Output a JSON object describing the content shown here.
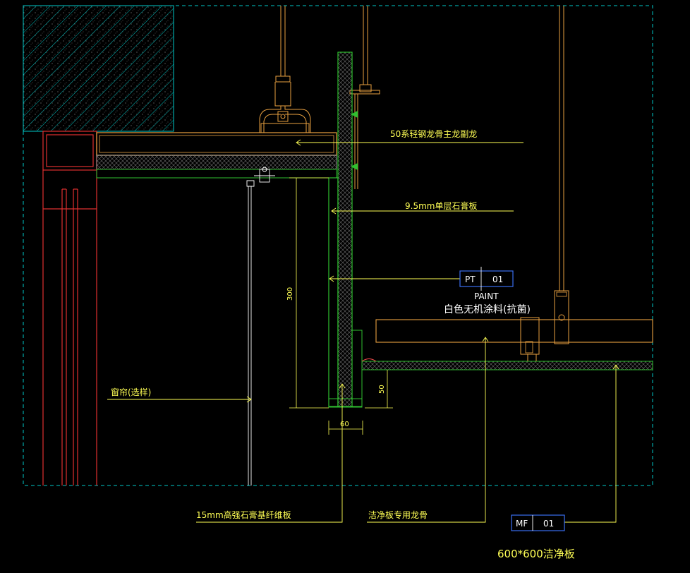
{
  "callouts": {
    "steel_keel": "50系轻钢龙骨主龙副龙",
    "gypsum_board": "9.5mm单层石膏板",
    "curtain": "窗帘(选样)",
    "fiber_board": "15mm高强石膏基纤维板",
    "clean_keel": "洁净板专用龙骨",
    "paint_en": "PAINT",
    "paint_cn": "白色无机涂料(抗菌)",
    "clean_panel": "600*600洁净板"
  },
  "tags": {
    "pt": {
      "code": "PT",
      "num": "01"
    },
    "mf": {
      "code": "MF",
      "num": "01"
    }
  },
  "dimensions": {
    "d300": "300",
    "d50": "50",
    "d60": "60"
  },
  "colors": {
    "background": "#000000",
    "frame": "#00c8c8",
    "concrete": "#00b4b4",
    "structure_red": "#e03030",
    "steel_orange": "#e8a040",
    "board_green": "#30c030",
    "leader_yellow": "#ffff55",
    "tag_blue": "#3a6ef0",
    "white": "#ffffff"
  }
}
